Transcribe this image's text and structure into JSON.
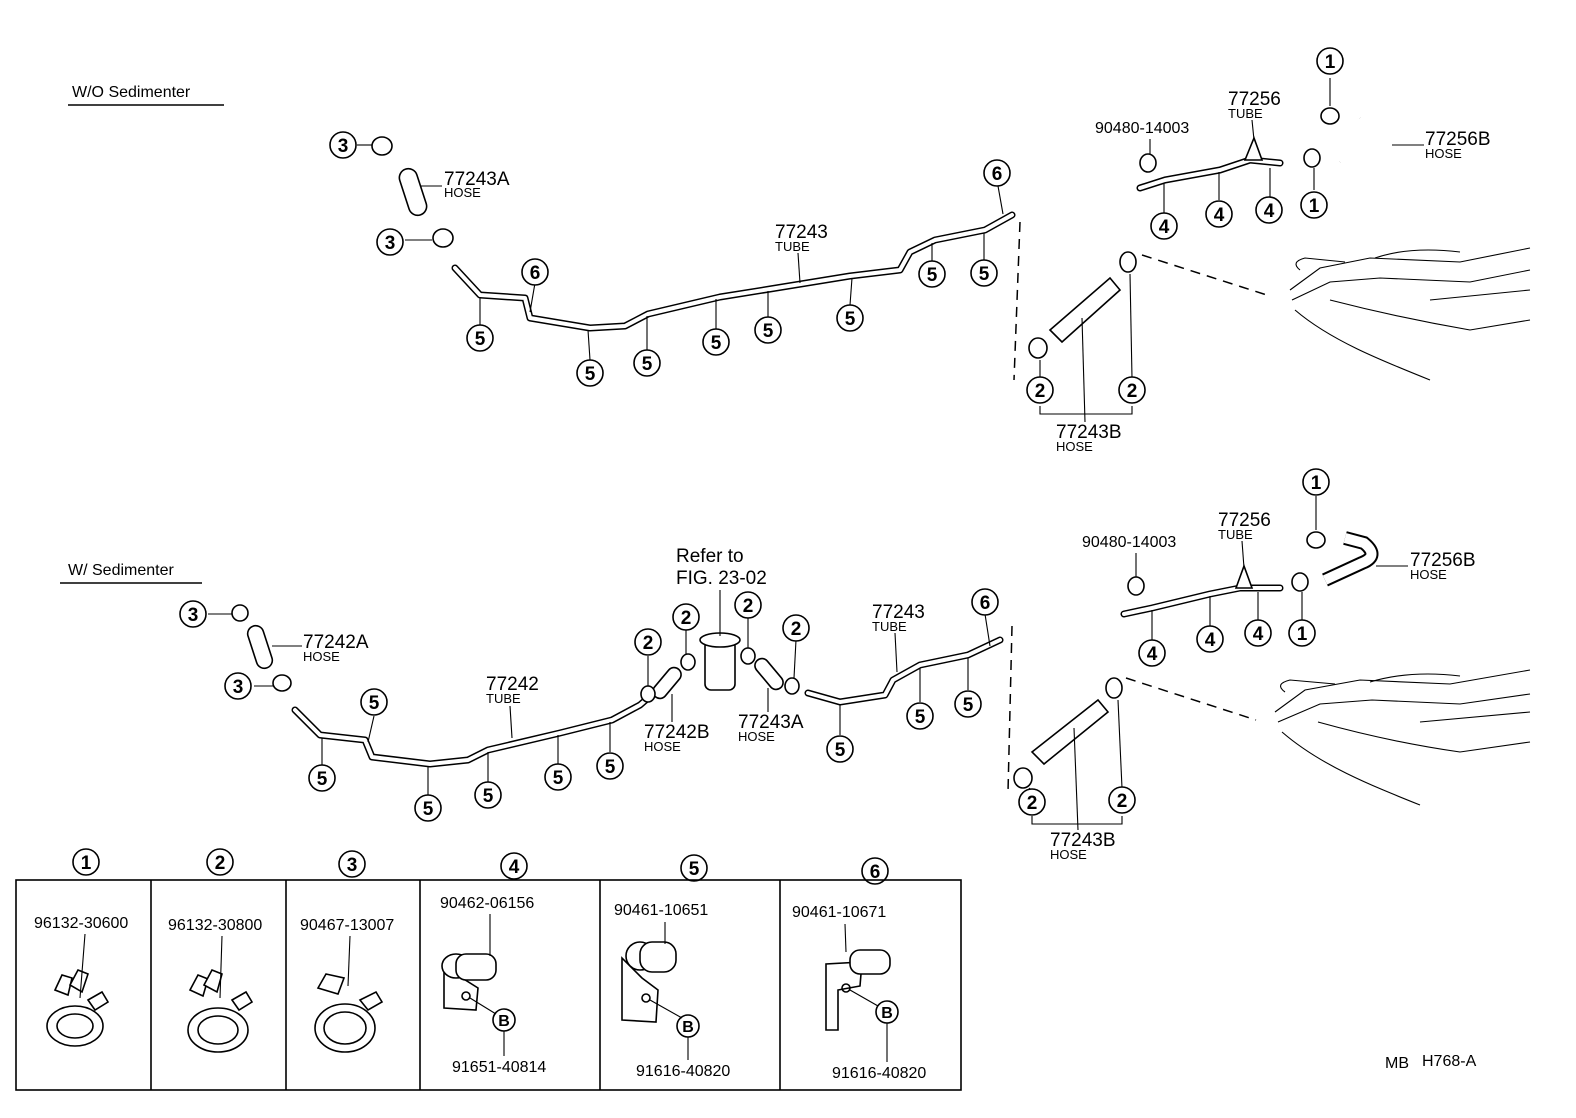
{
  "sections": {
    "wo_sedimenter": "W/O Sedimenter",
    "w_sedimenter": "W/ Sedimenter"
  },
  "top": {
    "hose_77243a": {
      "num": "77243A",
      "type": "HOSE"
    },
    "tube_77243": {
      "num": "77243",
      "type": "TUBE"
    },
    "grommet": "90480-14003",
    "tube_77256": {
      "num": "77256",
      "type": "TUBE"
    },
    "hose_77256b": {
      "num": "77256B",
      "type": "HOSE"
    },
    "hose_77243b": {
      "num": "77243B",
      "type": "HOSE"
    }
  },
  "bottom": {
    "hose_77242a": {
      "num": "77242A",
      "type": "HOSE"
    },
    "refer_line1": "Refer to",
    "refer_line2": "FIG. 23-02",
    "tube_77242": {
      "num": "77242",
      "type": "TUBE"
    },
    "hose_77242b": {
      "num": "77242B",
      "type": "HOSE"
    },
    "hose_77243a": {
      "num": "77243A",
      "type": "HOSE"
    },
    "tube_77243": {
      "num": "77243",
      "type": "TUBE"
    },
    "grommet": "90480-14003",
    "tube_77256": {
      "num": "77256",
      "type": "TUBE"
    },
    "hose_77256b": {
      "num": "77256B",
      "type": "HOSE"
    },
    "hose_77243b": {
      "num": "77243B",
      "type": "HOSE"
    }
  },
  "callouts": [
    "1",
    "2",
    "3",
    "4",
    "5",
    "6"
  ],
  "bolt_mark": "B",
  "legend": [
    {
      "key": "1",
      "part": "96132-30600"
    },
    {
      "key": "2",
      "part": "96132-30800"
    },
    {
      "key": "3",
      "part": "90467-13007"
    },
    {
      "key": "4",
      "part": "90462-06156",
      "bolt": "91651-40814"
    },
    {
      "key": "5",
      "part": "90461-10651",
      "bolt": "91616-40820"
    },
    {
      "key": "6",
      "part": "90461-10671",
      "bolt": "91616-40820"
    }
  ],
  "figure_code": {
    "prefix": "MB",
    "code": "H768-A"
  }
}
